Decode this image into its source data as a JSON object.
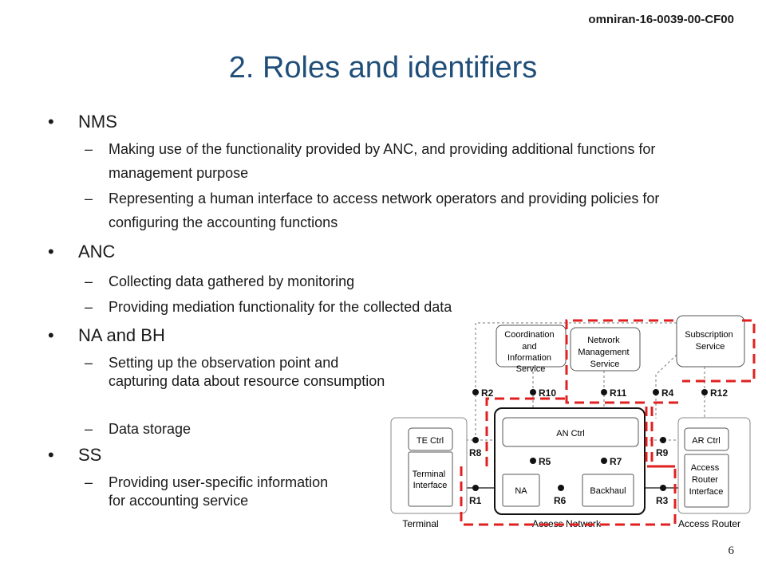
{
  "header": {
    "doc_id": "omniran-16-0039-00-CF00"
  },
  "slide": {
    "title": "2. Roles and identifiers",
    "page_number": "6"
  },
  "sections": [
    {
      "heading": "NMS",
      "items": [
        "Making use of the functionality provided by ANC, and providing additional functions for management purpose",
        "Representing a human interface to access network operators and providing policies for configuring the accounting functions"
      ]
    },
    {
      "heading": "ANC",
      "items": [
        "Collecting data gathered by monitoring",
        "Providing mediation functionality for the collected data"
      ]
    },
    {
      "heading": "NA and BH",
      "items": [
        "Setting up the observation point and capturing data about resource consumption",
        "Data storage"
      ]
    },
    {
      "heading": "SS",
      "items": [
        "Providing user-specific information for accounting service"
      ]
    }
  ],
  "diagram": {
    "boxes": {
      "coordination": "Coordination and Information Service",
      "nms": "Network Management Service",
      "subscription": "Subscription Service",
      "te_ctrl": "TE Ctrl",
      "terminal_if": "Terminal Interface",
      "an_ctrl": "AN Ctrl",
      "na": "NA",
      "backhaul": "Backhaul",
      "ar_ctrl": "AR Ctrl",
      "ar_if": "Access Router Interface"
    },
    "group_labels": {
      "terminal": "Terminal",
      "access_network": "Access Network",
      "access_router": "Access Router"
    },
    "ref_points": {
      "r1": "R1",
      "r2": "R2",
      "r3": "R3",
      "r4": "R4",
      "r5": "R5",
      "r6": "R6",
      "r7": "R7",
      "r8": "R8",
      "r9": "R9",
      "r10": "R10",
      "r11": "R11",
      "r12": "R12"
    },
    "colors": {
      "highlight": "#e02020",
      "node": "#111111",
      "box_stroke": "#555555"
    }
  }
}
